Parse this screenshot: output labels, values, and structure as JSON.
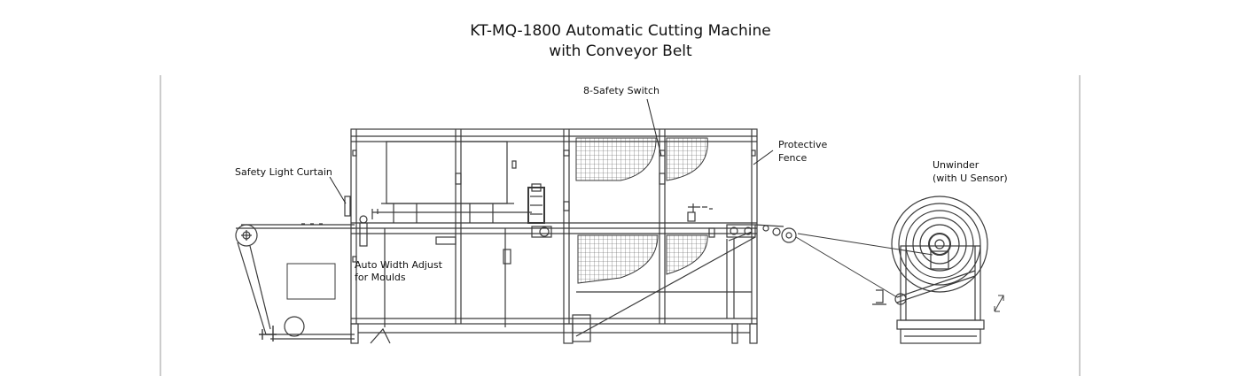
{
  "title": {
    "line1": "KT-MQ-1800 Automatic Cutting Machine",
    "line2": "with Conveyor Belt"
  },
  "labels": {
    "safety_switch": "8-Safety Switch",
    "protective_fence_1": "Protective",
    "protective_fence_2": "Fence",
    "light_curtain": "Safety Light Curtain",
    "unwinder_1": "Unwinder",
    "unwinder_2": "(with U Sensor)",
    "width_adjust_1": "Auto Width Adjust",
    "width_adjust_2": "for Moulds"
  },
  "colors": {
    "line": "#3a3a3a",
    "mesh": "#555555",
    "text": "#111111"
  }
}
